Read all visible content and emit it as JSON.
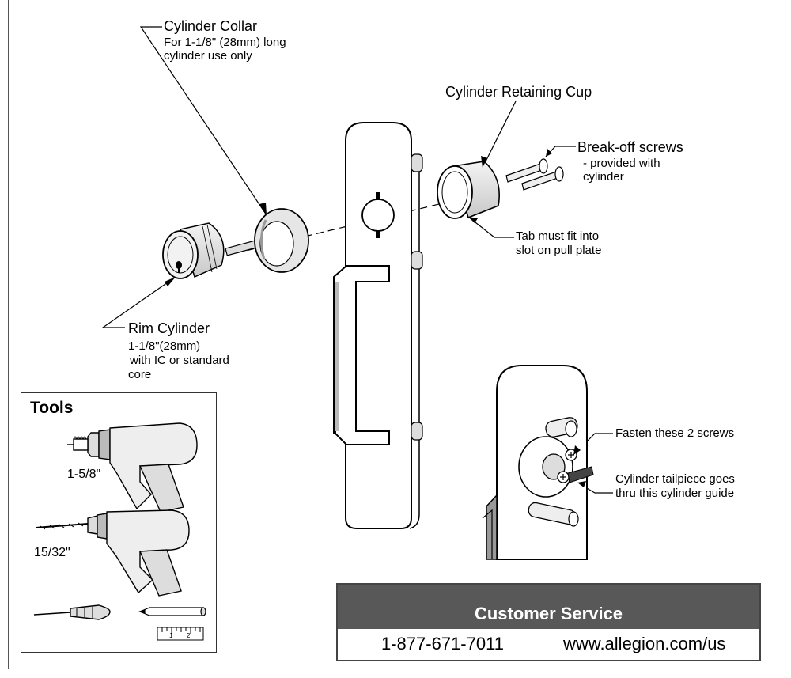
{
  "labels": {
    "cylinder_collar_title": "Cylinder Collar",
    "cylinder_collar_note_1": "For 1-1/8\" (28mm) long",
    "cylinder_collar_note_2": "cylinder use only",
    "retaining_cup": "Cylinder Retaining Cup",
    "breakoff_title": "Break-off screws",
    "breakoff_note_1": "- provided with",
    "breakoff_note_2": "cylinder",
    "tab_note_1": "Tab must fit into",
    "tab_note_2": "slot on pull plate",
    "rim_title": "Rim Cylinder",
    "rim_note_1": "1-1/8\"(28mm)",
    "rim_note_2": "with IC or standard",
    "rim_note_3": "core",
    "fasten": "Fasten these  2 screws",
    "tailpiece_1": "Cylinder tailpiece goes",
    "tailpiece_2": "thru this cylinder guide"
  },
  "tools": {
    "title": "Tools",
    "hole_saw_size": "1-5/8\"",
    "drill_bit_size": "15/32\"",
    "ruler_ticks": [
      "1",
      "2"
    ]
  },
  "customer_service": {
    "title": "Customer Service",
    "phone": "1-877-671-7011",
    "website": "www.allegion.com/us"
  }
}
